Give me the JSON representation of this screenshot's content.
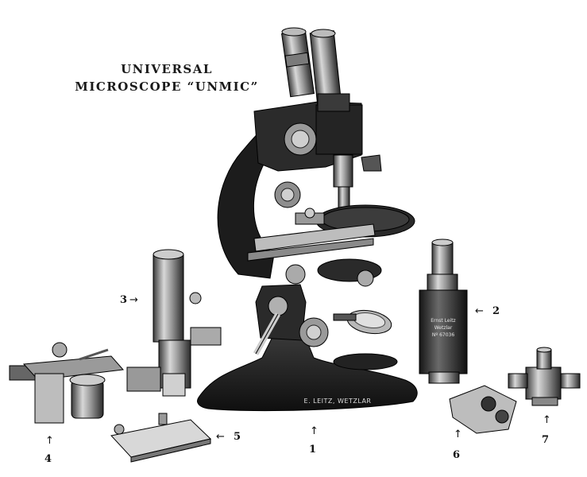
{
  "title": {
    "line1": "UNIVERSAL",
    "line2": "MICROSCOPE “UNMIC”"
  },
  "base_engraving": "E. LEITZ, WETZLAR",
  "tube_engraving": {
    "line1": "Ernst Leitz",
    "line2": "Wetzlar",
    "line3": "Nº 67036"
  },
  "callouts": {
    "c1": "1",
    "c2": "2",
    "c3": "3",
    "c4": "4",
    "c5": "5",
    "c6": "6",
    "c7": "7"
  },
  "arrows": {
    "right": "→",
    "left": "←",
    "up": "↑"
  },
  "colors": {
    "metal_dark": "#1e1e1e",
    "metal_mid": "#6b6b6b",
    "metal_light": "#c8c8c8",
    "paper": "#ffffff"
  }
}
